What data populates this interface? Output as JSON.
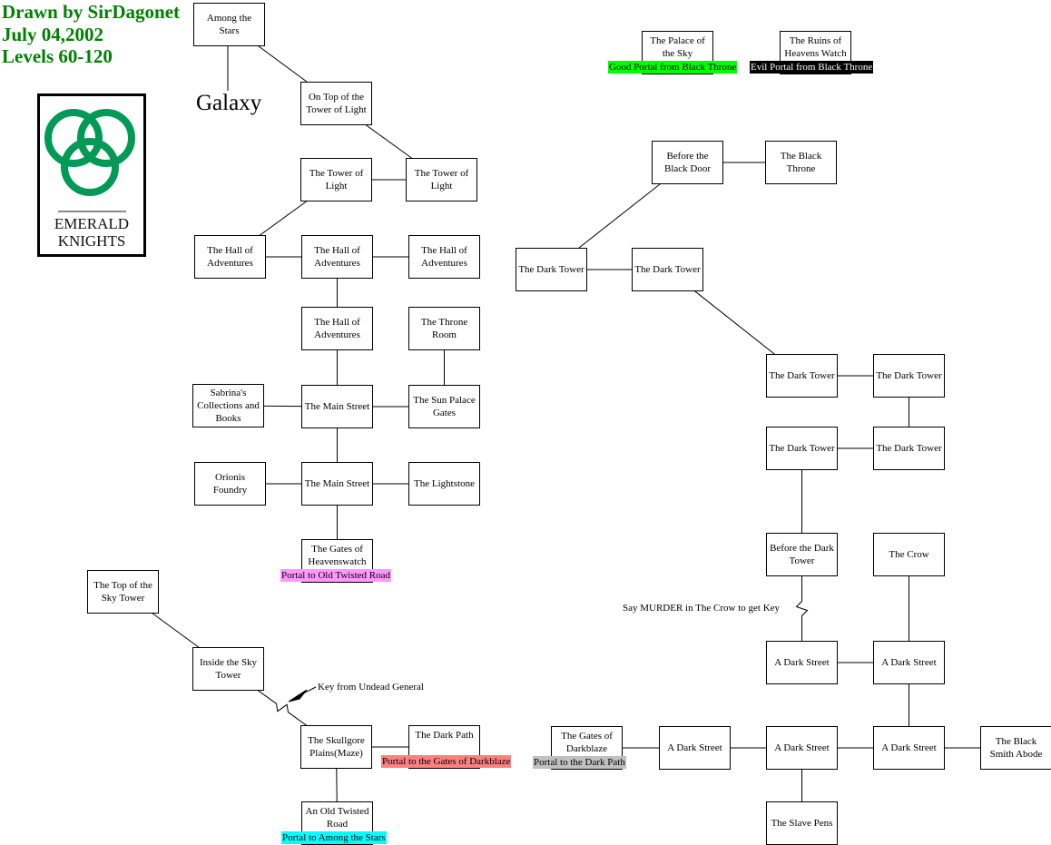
{
  "credits": {
    "author": "Drawn by SirDagonet",
    "date": "July 04,2002",
    "levels": "Levels 60-120"
  },
  "logo": {
    "name": "EMERALD KNIGHTS",
    "line1": "EMERALD",
    "line2": "KNIGHTS",
    "color": "#009955"
  },
  "area_label": "Galaxy",
  "rooms": [
    {
      "id": "among-stars",
      "label": "Among the Stars"
    },
    {
      "id": "on-top-tower",
      "label": "On Top of the Tower of Light"
    },
    {
      "id": "tower-light-1",
      "label": "The Tower of Light"
    },
    {
      "id": "tower-light-2",
      "label": "The Tower of Light"
    },
    {
      "id": "hall-1",
      "label": "The Hall of Adventures"
    },
    {
      "id": "hall-2",
      "label": "The Hall of Adventures"
    },
    {
      "id": "hall-3",
      "label": "The Hall of Adventures"
    },
    {
      "id": "hall-4",
      "label": "The Hall of Adventures"
    },
    {
      "id": "throne-room",
      "label": "The Throne Room"
    },
    {
      "id": "sabrinas",
      "label": "Sabrina's Collections and Books"
    },
    {
      "id": "main-street-1",
      "label": "The Main Street"
    },
    {
      "id": "sun-palace",
      "label": "The Sun Palace Gates"
    },
    {
      "id": "orionis",
      "label": "Orionis Foundry"
    },
    {
      "id": "main-street-2",
      "label": "The Main Street"
    },
    {
      "id": "lightstone",
      "label": "The Lightstone"
    },
    {
      "id": "gates-heavenswatch",
      "label": "The Gates of Heavenswatch"
    },
    {
      "id": "top-sky-tower",
      "label": "The Top of the Sky Tower"
    },
    {
      "id": "inside-sky-tower",
      "label": "Inside the Sky Tower"
    },
    {
      "id": "skullgore",
      "label": "The Skullgore Plains(Maze)"
    },
    {
      "id": "dark-path",
      "label": "The Dark Path"
    },
    {
      "id": "old-twisted-road",
      "label": "An Old Twisted Road"
    },
    {
      "id": "gates-darkblaze",
      "label": "The Gates of Darkblaze"
    },
    {
      "id": "dark-street-1",
      "label": "A Dark Street"
    },
    {
      "id": "dark-street-2",
      "label": "A Dark Street"
    },
    {
      "id": "dark-street-3",
      "label": "A Dark Street"
    },
    {
      "id": "black-smith",
      "label": "The Black Smith Abode"
    },
    {
      "id": "slave-pens",
      "label": "The Slave Pens"
    },
    {
      "id": "dark-street-4",
      "label": "A Dark Street"
    },
    {
      "id": "dark-street-5",
      "label": "A Dark Street"
    },
    {
      "id": "before-dark-tower",
      "label": "Before the Dark Tower"
    },
    {
      "id": "the-crow",
      "label": "The Crow"
    },
    {
      "id": "dark-tower-1",
      "label": "The Dark Tower"
    },
    {
      "id": "dark-tower-2",
      "label": "The Dark Tower"
    },
    {
      "id": "dark-tower-3",
      "label": "The Dark Tower"
    },
    {
      "id": "dark-tower-4",
      "label": "The Dark Tower"
    },
    {
      "id": "dark-tower-5",
      "label": "The Dark Tower"
    },
    {
      "id": "dark-tower-6",
      "label": "The Dark Tower"
    },
    {
      "id": "before-black-door",
      "label": "Before the Black Door"
    },
    {
      "id": "black-throne",
      "label": "The Black Throne"
    },
    {
      "id": "palace-sky",
      "label": "The Palace of the Sky"
    },
    {
      "id": "ruins-heavens-watch",
      "label": "The Ruins of Heavens Watch"
    }
  ],
  "portals": [
    {
      "room": "gates-heavenswatch",
      "label": "Portal to Old Twisted Road",
      "color": "#ff99ff",
      "text_color": "#000000"
    },
    {
      "room": "dark-path",
      "label": "Portal to the Gates of Darkblaze",
      "color": "#ff8080",
      "text_color": "#000000"
    },
    {
      "room": "old-twisted-road",
      "label": "Portal to Among the Stars",
      "color": "#00ffff",
      "text_color": "#000000"
    },
    {
      "room": "gates-darkblaze",
      "label": "Portal to the Dark Path",
      "color": "#c0c0c0",
      "text_color": "#000000"
    },
    {
      "room": "palace-sky",
      "label": "Good Portal from Black Throne",
      "color": "#00ff00",
      "text_color": "#000000"
    },
    {
      "room": "ruins-heavens-watch",
      "label": "Evil Portal from Black Throne",
      "color": "#000000",
      "text_color": "#ffffff"
    }
  ],
  "notes": {
    "key_undead": "Key from Undead General",
    "murder": "Say MURDER in The Crow to get Key"
  },
  "connections": [
    [
      0,
      1
    ],
    [
      1,
      3
    ],
    [
      2,
      3
    ],
    [
      2,
      4
    ],
    [
      4,
      5
    ],
    [
      5,
      6
    ],
    [
      5,
      7
    ],
    [
      7,
      10
    ],
    [
      8,
      11
    ],
    [
      9,
      10
    ],
    [
      10,
      11
    ],
    [
      10,
      13
    ],
    [
      12,
      13
    ],
    [
      13,
      14
    ],
    [
      13,
      15
    ],
    [
      16,
      17
    ],
    [
      17,
      18
    ],
    [
      18,
      19
    ],
    [
      18,
      20
    ],
    [
      21,
      22
    ],
    [
      22,
      23
    ],
    [
      23,
      24
    ],
    [
      24,
      25
    ],
    [
      23,
      26
    ],
    [
      27,
      28
    ],
    [
      24,
      28
    ],
    [
      28,
      30
    ],
    [
      29,
      27
    ],
    [
      29,
      31
    ],
    [
      31,
      32
    ],
    [
      32,
      34
    ],
    [
      33,
      34
    ],
    [
      33,
      36
    ],
    [
      35,
      36
    ],
    [
      35,
      37
    ],
    [
      37,
      38
    ]
  ],
  "locked_connections": [
    [
      17,
      18
    ],
    [
      29,
      27
    ]
  ]
}
